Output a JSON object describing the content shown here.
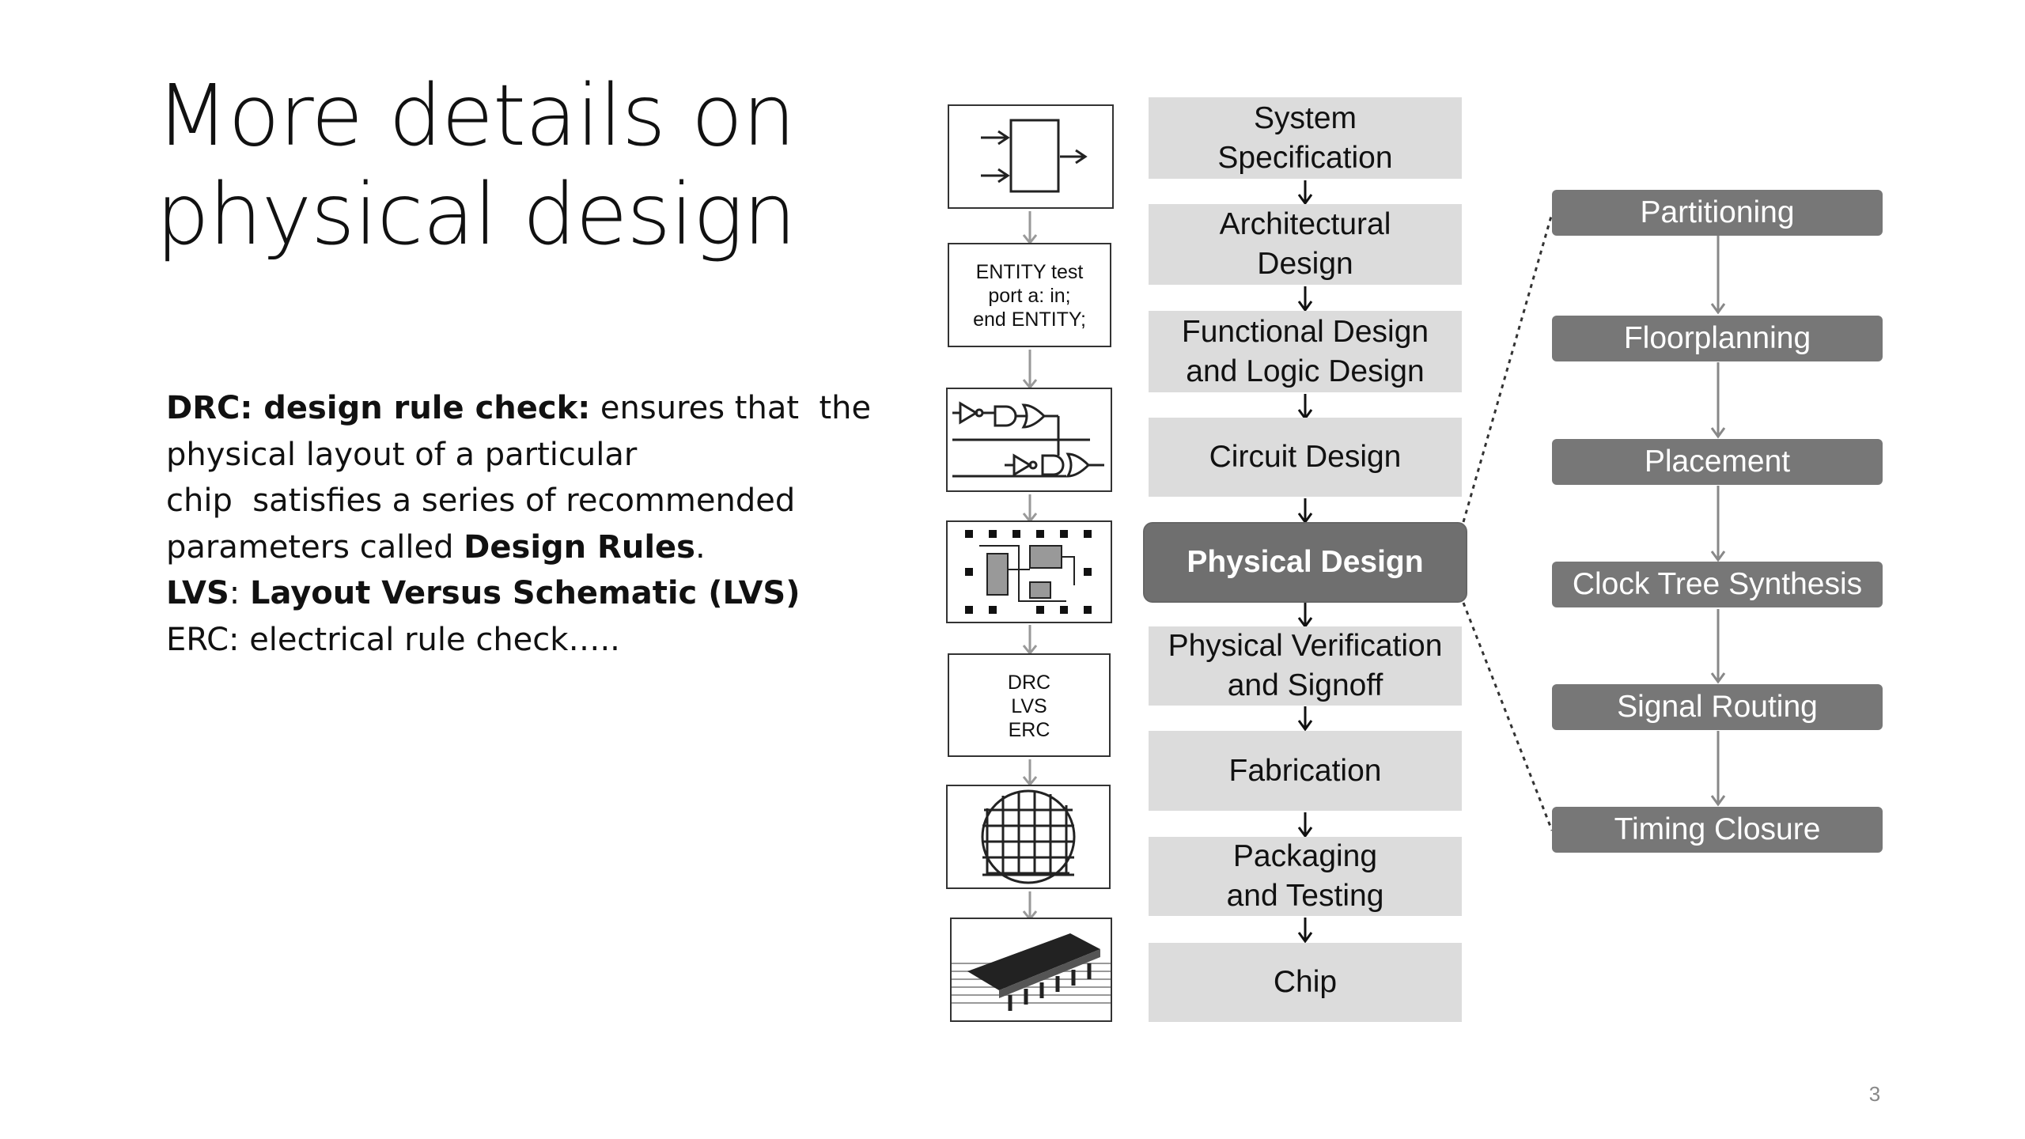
{
  "slide": {
    "title_lines": [
      "More details on",
      "physical design"
    ],
    "page_number": "3"
  },
  "body": {
    "drc_term": "DRC: design rule check:",
    "drc_rest1": " ensures that  the",
    "drc_line2": "physical layout of a particular",
    "drc_line3": "chip  satisfies a series of recommended",
    "drc_line4_pre": "parameters called ",
    "drc_line4_bold": "Design Rules",
    "drc_line4_post": ".",
    "lvs_abbr": "LVS",
    "lvs_sep": ": ",
    "lvs_full": "Layout Versus Schematic (LVS)",
    "erc_line": "ERC: electrical rule check….."
  },
  "icons": {
    "entity_lines": [
      "ENTITY test",
      "port a: in;",
      "end ENTITY;"
    ],
    "checks_lines": [
      "DRC",
      "LVS",
      "ERC"
    ]
  },
  "flow": {
    "stages": [
      "System\nSpecification",
      "Architectural\nDesign",
      "Functional Design\nand Logic Design",
      "Circuit Design",
      "Physical Design",
      "Physical Verification\nand Signoff",
      "Fabrication",
      "Packaging\nand Testing",
      "Chip"
    ],
    "active_stage": "Physical Design"
  },
  "physical_design_steps": [
    "Partitioning",
    "Floorplanning",
    "Placement",
    "Clock Tree Synthesis",
    "Signal Routing",
    "Timing Closure"
  ],
  "colors": {
    "stage_fill": "#dcdcdc",
    "active_stage_fill": "#6f6f6f",
    "substep_fill": "#777777",
    "text": "#111111"
  }
}
